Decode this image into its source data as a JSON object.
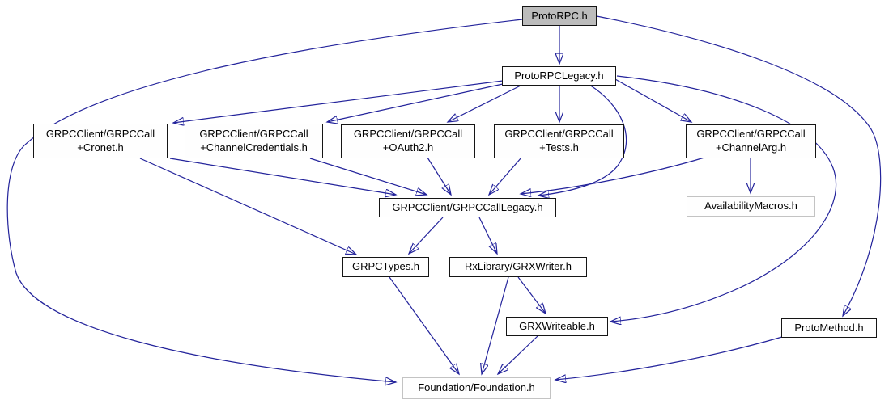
{
  "diagram": {
    "type": "include-dependency-graph",
    "background_color": "#ffffff",
    "edge_color": "#23239b",
    "root_fill_color": "#bcbcbc",
    "node_border_color": "#151515",
    "external_node_border_color": "#c3c3c3",
    "nodes": [
      {
        "id": "ProtoRPC.h",
        "label": "ProtoRPC.h",
        "kind": "root"
      },
      {
        "id": "ProtoRPCLegacy.h",
        "label": "ProtoRPCLegacy.h",
        "kind": "internal"
      },
      {
        "id": "GRPCClient/GRPCCall+Cronet.h",
        "label": "GRPCClient/GRPCCall\n+Cronet.h",
        "kind": "internal"
      },
      {
        "id": "GRPCClient/GRPCCall+ChannelCredentials.h",
        "label": "GRPCClient/GRPCCall\n+ChannelCredentials.h",
        "kind": "internal"
      },
      {
        "id": "GRPCClient/GRPCCall+OAuth2.h",
        "label": "GRPCClient/GRPCCall\n+OAuth2.h",
        "kind": "internal"
      },
      {
        "id": "GRPCClient/GRPCCall+Tests.h",
        "label": "GRPCClient/GRPCCall\n+Tests.h",
        "kind": "internal"
      },
      {
        "id": "GRPCClient/GRPCCall+ChannelArg.h",
        "label": "GRPCClient/GRPCCall\n+ChannelArg.h",
        "kind": "internal"
      },
      {
        "id": "GRPCClient/GRPCCallLegacy.h",
        "label": "GRPCClient/GRPCCallLegacy.h",
        "kind": "internal"
      },
      {
        "id": "AvailabilityMacros.h",
        "label": "AvailabilityMacros.h",
        "kind": "external"
      },
      {
        "id": "GRPCTypes.h",
        "label": "GRPCTypes.h",
        "kind": "internal"
      },
      {
        "id": "RxLibrary/GRXWriter.h",
        "label": "RxLibrary/GRXWriter.h",
        "kind": "internal"
      },
      {
        "id": "GRXWriteable.h",
        "label": "GRXWriteable.h",
        "kind": "internal"
      },
      {
        "id": "ProtoMethod.h",
        "label": "ProtoMethod.h",
        "kind": "internal"
      },
      {
        "id": "Foundation/Foundation.h",
        "label": "Foundation/Foundation.h",
        "kind": "external"
      }
    ],
    "edges": [
      {
        "from": "ProtoRPC.h",
        "to": "ProtoRPCLegacy.h"
      },
      {
        "from": "ProtoRPC.h",
        "to": "Foundation/Foundation.h"
      },
      {
        "from": "ProtoRPC.h",
        "to": "ProtoMethod.h"
      },
      {
        "from": "ProtoRPCLegacy.h",
        "to": "GRPCClient/GRPCCall+Cronet.h"
      },
      {
        "from": "ProtoRPCLegacy.h",
        "to": "GRPCClient/GRPCCall+ChannelCredentials.h"
      },
      {
        "from": "ProtoRPCLegacy.h",
        "to": "GRPCClient/GRPCCall+OAuth2.h"
      },
      {
        "from": "ProtoRPCLegacy.h",
        "to": "GRPCClient/GRPCCall+Tests.h"
      },
      {
        "from": "ProtoRPCLegacy.h",
        "to": "GRPCClient/GRPCCall+ChannelArg.h"
      },
      {
        "from": "ProtoRPCLegacy.h",
        "to": "GRPCClient/GRPCCallLegacy.h"
      },
      {
        "from": "ProtoRPCLegacy.h",
        "to": "GRXWriteable.h"
      },
      {
        "from": "GRPCClient/GRPCCall+Cronet.h",
        "to": "GRPCClient/GRPCCallLegacy.h"
      },
      {
        "from": "GRPCClient/GRPCCall+Cronet.h",
        "to": "GRPCTypes.h"
      },
      {
        "from": "GRPCClient/GRPCCall+ChannelCredentials.h",
        "to": "GRPCClient/GRPCCallLegacy.h"
      },
      {
        "from": "GRPCClient/GRPCCall+OAuth2.h",
        "to": "GRPCClient/GRPCCallLegacy.h"
      },
      {
        "from": "GRPCClient/GRPCCall+Tests.h",
        "to": "GRPCClient/GRPCCallLegacy.h"
      },
      {
        "from": "GRPCClient/GRPCCall+ChannelArg.h",
        "to": "GRPCClient/GRPCCallLegacy.h"
      },
      {
        "from": "GRPCClient/GRPCCall+ChannelArg.h",
        "to": "AvailabilityMacros.h"
      },
      {
        "from": "GRPCClient/GRPCCallLegacy.h",
        "to": "GRPCTypes.h"
      },
      {
        "from": "GRPCClient/GRPCCallLegacy.h",
        "to": "RxLibrary/GRXWriter.h"
      },
      {
        "from": "GRPCTypes.h",
        "to": "Foundation/Foundation.h"
      },
      {
        "from": "RxLibrary/GRXWriter.h",
        "to": "GRXWriteable.h"
      },
      {
        "from": "RxLibrary/GRXWriter.h",
        "to": "Foundation/Foundation.h"
      },
      {
        "from": "GRXWriteable.h",
        "to": "Foundation/Foundation.h"
      },
      {
        "from": "ProtoMethod.h",
        "to": "Foundation/Foundation.h"
      }
    ]
  }
}
